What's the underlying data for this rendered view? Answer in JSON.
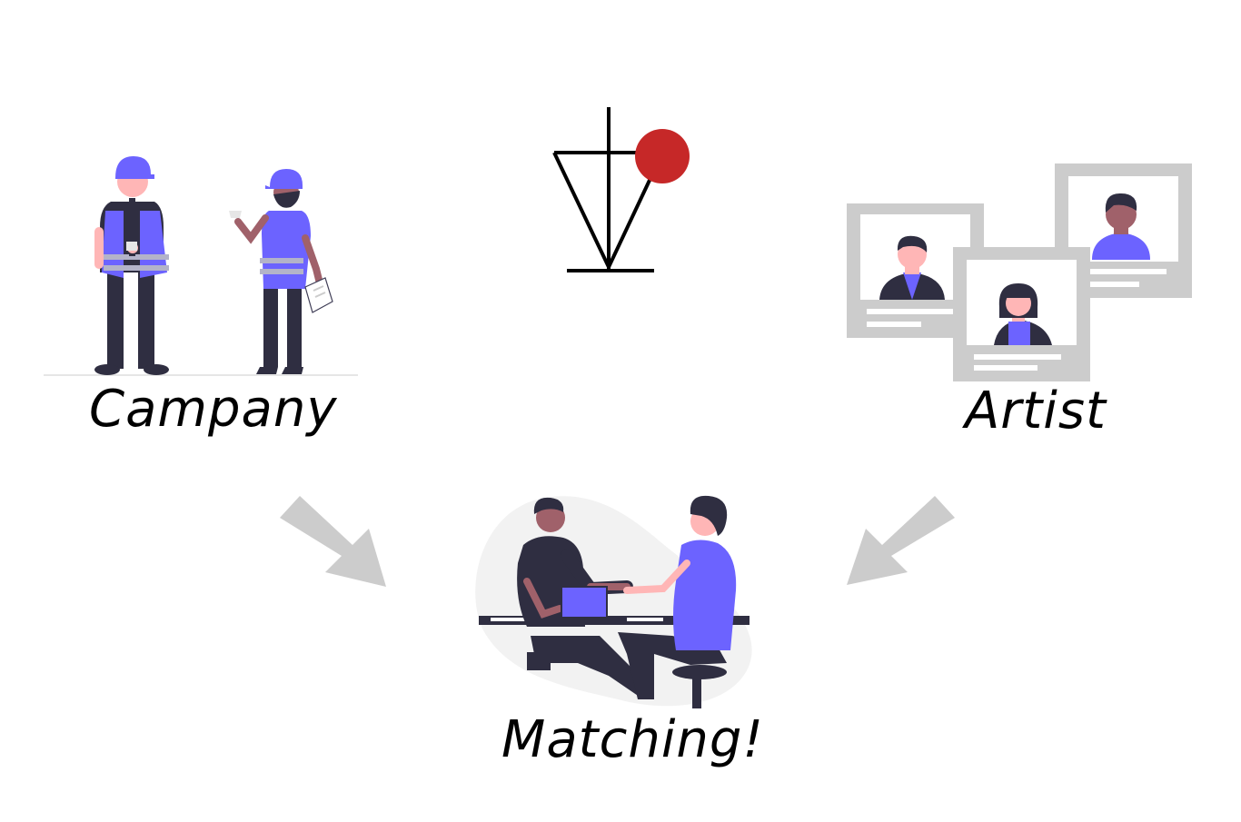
{
  "labels": {
    "company": "Campany",
    "artist": "Artist",
    "matching": "Matching!"
  },
  "colors": {
    "accent": "#6c63ff",
    "logo_dot": "#c62828",
    "arrow": "#cccccc",
    "frame": "#cccccc",
    "dark": "#2f2e41",
    "skin_light": "#ffb6b6",
    "skin_dark": "#a0616a",
    "blob": "#f2f2f2"
  },
  "icons": {
    "logo": "brand-logo-icon",
    "workers": "construction-workers-illustration",
    "profiles": "artist-profiles-illustration",
    "handshake": "handshake-meeting-illustration",
    "arrows": "arrow-down-right-icon"
  }
}
